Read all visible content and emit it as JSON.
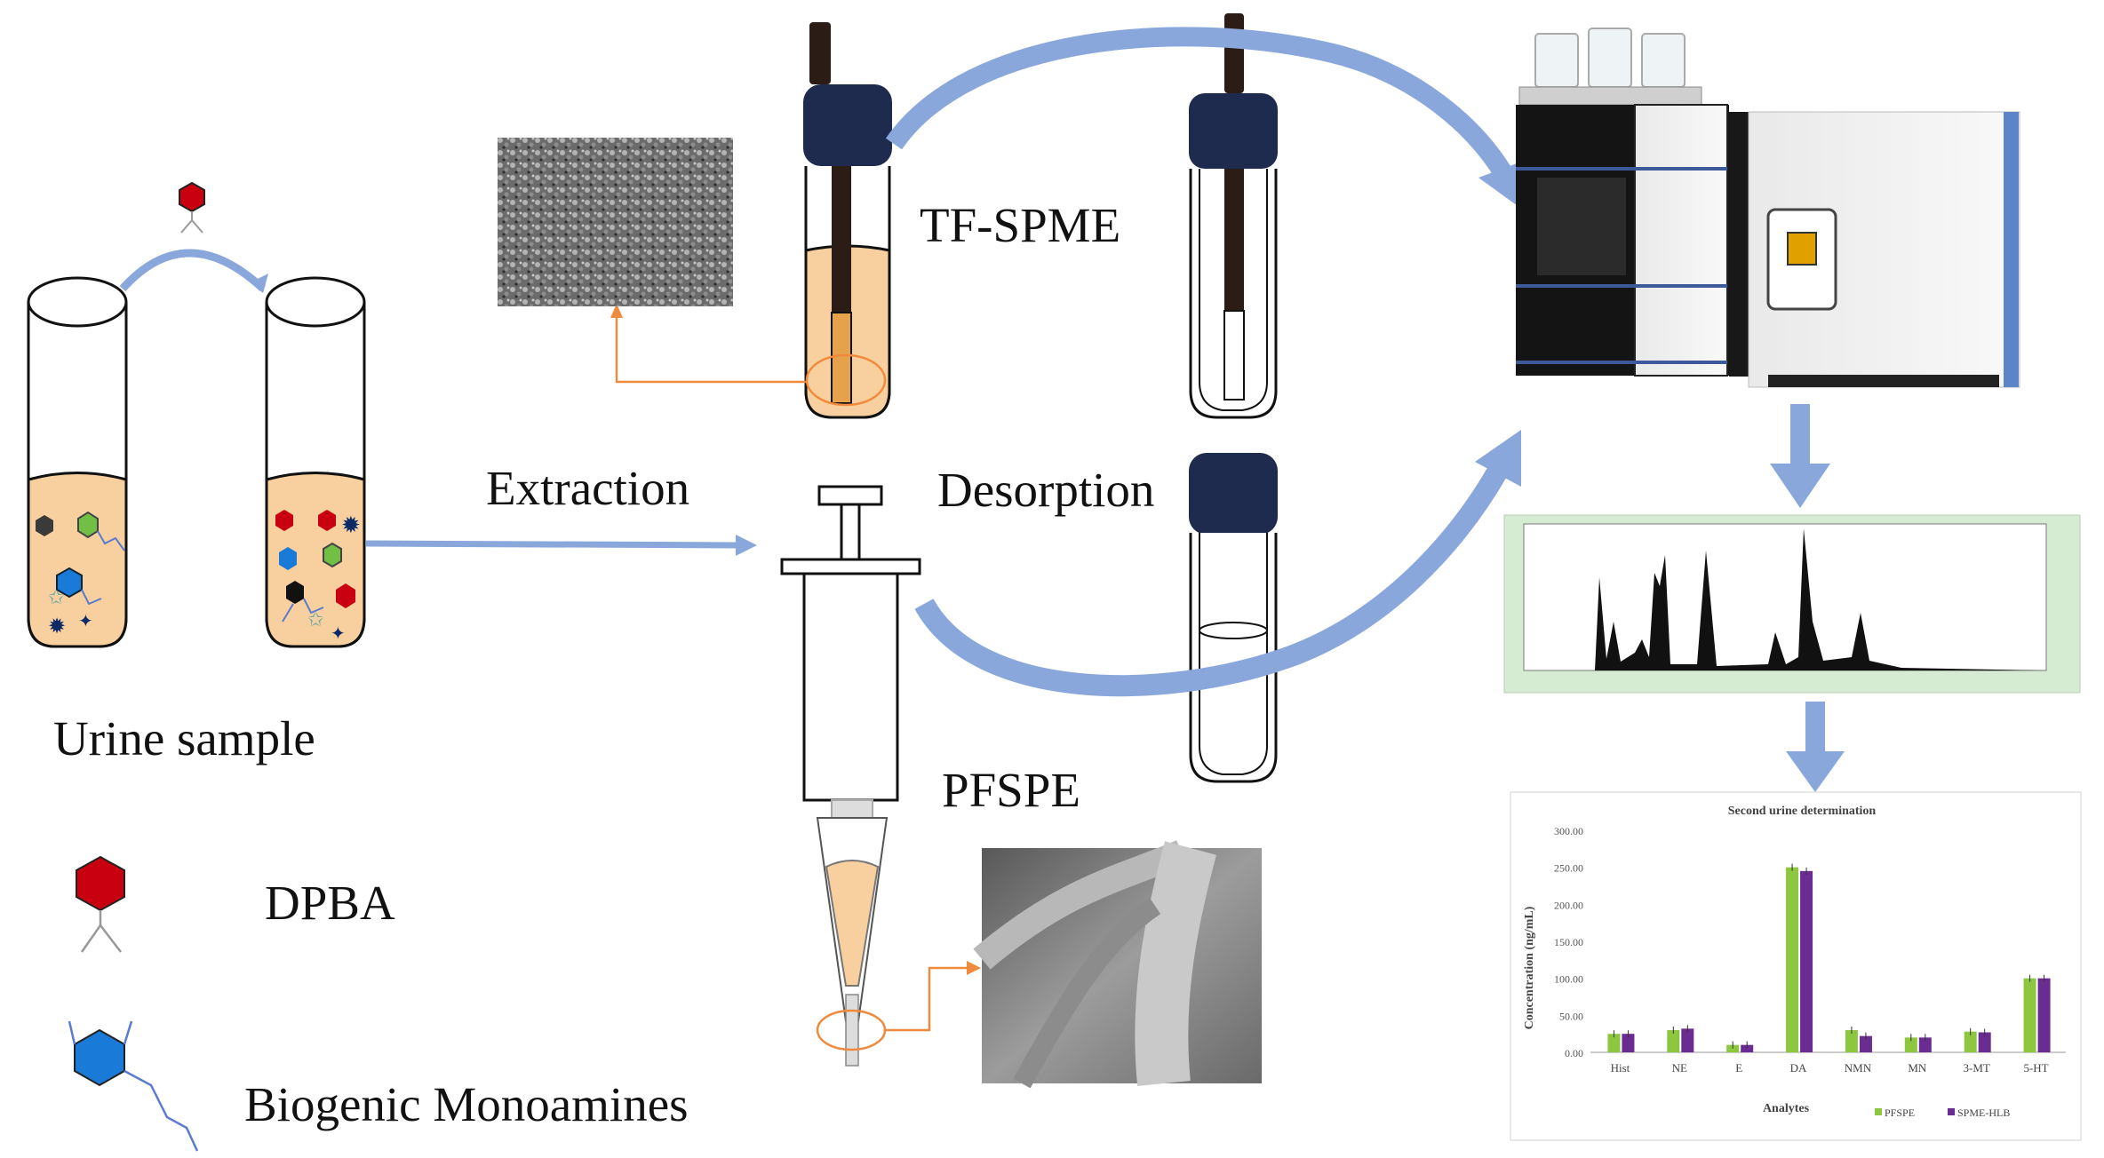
{
  "labels": {
    "urine_sample": "Urine sample",
    "dpba": "DPBA",
    "biogenic_monoamines": "Biogenic Monoamines",
    "extraction": "Extraction",
    "tf_spme": "TF-SPME",
    "desorption": "Desorption",
    "pfspe": "PFSPE"
  },
  "colors": {
    "arrow_blue": "#8aa7dc",
    "sample_fill": "#f8cf9e",
    "cap_navy": "#1e2b4f",
    "dpba_red": "#c8000f",
    "monoamine_blue": "#1a7ad8",
    "green_hex": "#71bf44",
    "leader_orange": "#f08a3c",
    "chart_green": "#8dc63f",
    "chart_purple": "#6a2c91",
    "chromatogram_bg": "#d6ecd2"
  },
  "chart_data": {
    "type": "bar",
    "title": "Second urine determination",
    "xlabel": "Analytes",
    "ylabel": "Concentration (ng/mL)",
    "ylim": [
      0,
      300
    ],
    "yticks": [
      "300.00",
      "250.00",
      "200.00",
      "150.00",
      "100.00",
      "50.00",
      "0.00"
    ],
    "categories": [
      "Hist",
      "NE",
      "E",
      "DA",
      "NMN",
      "MN",
      "3-MT",
      "5-HT"
    ],
    "series": [
      {
        "name": "PFSPE",
        "values": [
          25,
          30,
          10,
          250,
          30,
          20,
          28,
          100
        ],
        "color": "#8dc63f"
      },
      {
        "name": "SPME-HLB",
        "values": [
          25,
          32,
          10,
          245,
          22,
          20,
          27,
          100
        ],
        "color": "#6a2c91"
      }
    ],
    "legend": "bottom-right"
  }
}
